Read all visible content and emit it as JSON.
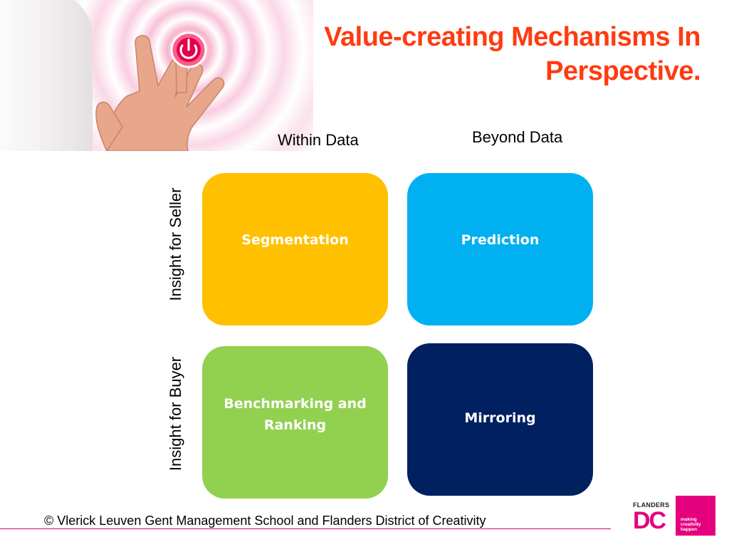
{
  "title": "Value-creating Mechanisms In Perspective.",
  "columns": {
    "within": "Within Data",
    "beyond": "Beyond Data"
  },
  "rows": {
    "seller": "Insight for Seller",
    "buyer": "Insight for Buyer"
  },
  "quadrants": {
    "segmentation": "Segmentation",
    "prediction": "Prediction",
    "benchmarking": "Benchmarking and Ranking",
    "mirroring": "Mirroring"
  },
  "footer": "© Vlerick Leuven Gent Management School and Flanders District of Creativity",
  "logo": {
    "brand": "FLANDERS",
    "letters": "DC",
    "tagline": "making creativity happen"
  },
  "colors": {
    "title": "#ff3b10",
    "segmentation": "#ffc000",
    "prediction": "#00b0f0",
    "benchmarking": "#92d050",
    "mirroring": "#002060",
    "brand_pink": "#e5007e"
  },
  "icons": {
    "hero": "hand-power-button-photo"
  }
}
